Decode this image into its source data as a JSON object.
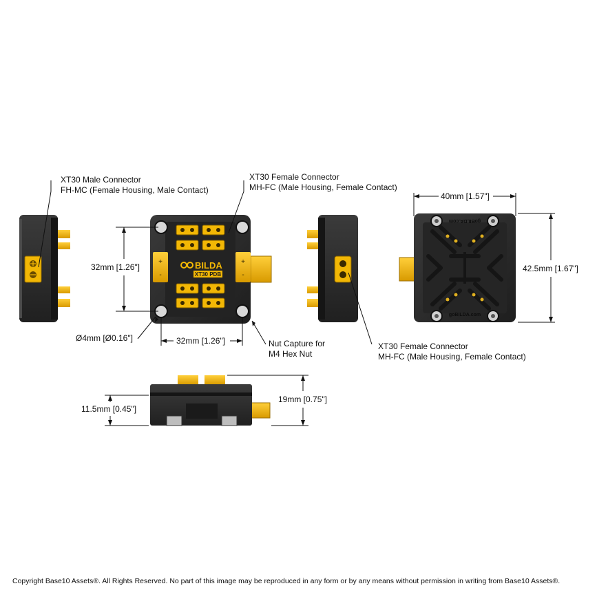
{
  "callouts": {
    "male_connector_title": "XT30 Male Connector",
    "male_connector_desc": "FH-MC (Female Housing, Male Contact)",
    "female_connector_top_title": "XT30 Female Connector",
    "female_connector_top_desc": "MH-FC (Male Housing, Female Contact)",
    "female_connector_side_title": "XT30 Female Connector",
    "female_connector_side_desc": "MH-FC (Male Housing, Female Contact)",
    "nut_capture_line1": "Nut Capture for",
    "nut_capture_line2": "M4 Hex Nut"
  },
  "dimensions": {
    "hole_spacing_vertical": "32mm [1.26\"]",
    "hole_spacing_horizontal": "32mm [1.26\"]",
    "hole_diameter": "Ø4mm [Ø0.16\"]",
    "rear_width": "40mm [1.57\"]",
    "rear_height": "42.5mm [1.67\"]",
    "body_height": "11.5mm [0.45\"]",
    "total_height": "19mm [0.75\"]"
  },
  "product": {
    "logo_text": "BILDA",
    "model_text": "XT30 PDB",
    "rear_brand": "goBILDA.com",
    "plus_sign": "+",
    "minus_sign": "-"
  },
  "colors": {
    "body": "#2b2b2b",
    "body_dark": "#1c1c1c",
    "connector_yellow": "#f2b705",
    "terminal_yellow": "#e8a800"
  },
  "copyright": "Copyright Base10 Assets®.  All Rights Reserved. No part of this image may be reproduced in any form or by any means without permission in writing from Base10 Assets®."
}
